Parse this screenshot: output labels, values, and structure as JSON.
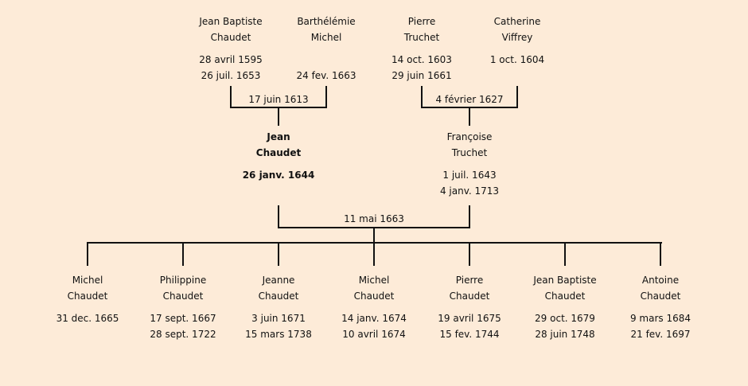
{
  "grandparents": [
    {
      "first": "Jean Baptiste",
      "last": "Chaudet",
      "birth": "28 avril 1595",
      "death": "26 juil. 1653"
    },
    {
      "first": "Barthélémie",
      "last": "Michel",
      "birth": "",
      "death": "24 fev. 1663"
    },
    {
      "first": "Pierre",
      "last": "Truchet",
      "birth": "14 oct. 1603",
      "death": "29 juin 1661"
    },
    {
      "first": "Catherine",
      "last": "Viffrey",
      "birth": "1 oct. 1604",
      "death": ""
    }
  ],
  "grandparent_marriages": [
    "17 juin 1613",
    "4 février 1627"
  ],
  "parents": [
    {
      "first": "Jean",
      "last": "Chaudet",
      "birth": "26 janv. 1644",
      "death": "",
      "highlight": true
    },
    {
      "first": "Françoise",
      "last": "Truchet",
      "birth": "1 juil. 1643",
      "death": "4 janv. 1713"
    }
  ],
  "parent_marriage": "11 mai 1663",
  "children": [
    {
      "first": "Michel",
      "last": "Chaudet",
      "birth": "31 dec. 1665",
      "death": ""
    },
    {
      "first": "Philippine",
      "last": "Chaudet",
      "birth": "17 sept. 1667",
      "death": "28 sept. 1722"
    },
    {
      "first": "Jeanne",
      "last": "Chaudet",
      "birth": "3 juin 1671",
      "death": "15 mars 1738"
    },
    {
      "first": "Michel",
      "last": "Chaudet",
      "birth": "14 janv. 1674",
      "death": "10 avril 1674"
    },
    {
      "first": "Pierre",
      "last": "Chaudet",
      "birth": "19 avril 1675",
      "death": "15 fev. 1744"
    },
    {
      "first": "Jean Baptiste",
      "last": "Chaudet",
      "birth": "29 oct. 1679",
      "death": "28 juin 1748"
    },
    {
      "first": "Antoine",
      "last": "Chaudet",
      "birth": "9 mars 1684",
      "death": "21 fev. 1697"
    }
  ]
}
